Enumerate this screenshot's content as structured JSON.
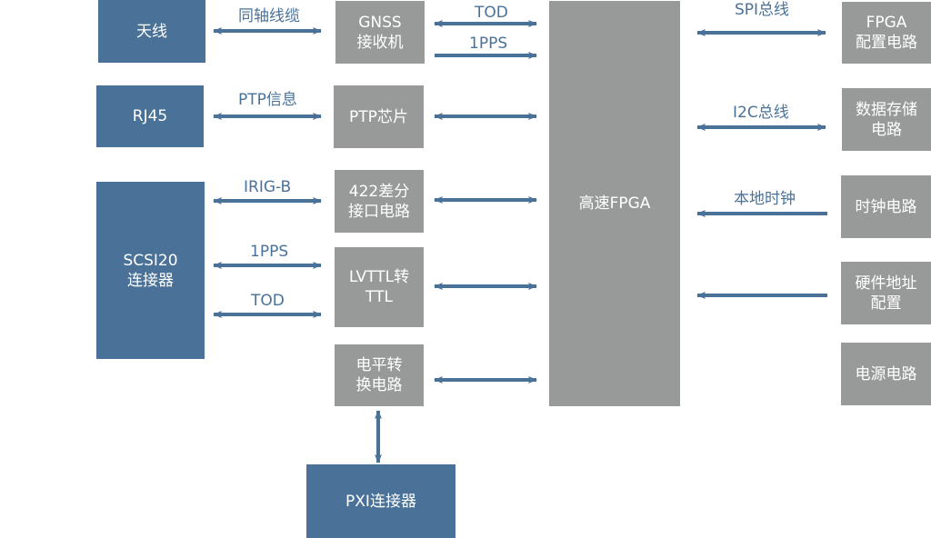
{
  "colors": {
    "external_block": "#4a7298",
    "internal_block": "#989a9a",
    "arrow": "#4a7298",
    "background": "#ffffff"
  },
  "blocks": {
    "antenna": [
      "天线"
    ],
    "rj45": [
      "RJ45"
    ],
    "scsi20": [
      "SCSI20",
      "连接器"
    ],
    "pxi": [
      "PXI连接器"
    ],
    "gnss": [
      "GNSS",
      "接收机"
    ],
    "ptp_chip": [
      "PTP芯片"
    ],
    "rs422": [
      "422差分",
      "接口电路"
    ],
    "lvttl": [
      "LVTTL转",
      "TTL"
    ],
    "level_shift": [
      "电平转",
      "换电路"
    ],
    "fpga": [
      "高速FPGA"
    ],
    "fpga_config": [
      "FPGA",
      "配置电路"
    ],
    "data_storage": [
      "数据存储",
      "电路"
    ],
    "clock": [
      "时钟电路"
    ],
    "hw_address": [
      "硬件地址",
      "配置"
    ],
    "power": [
      "电源电路"
    ]
  },
  "labels": {
    "coax": "同轴线缆",
    "ptp_info": "PTP信息",
    "irig_b": "IRIG-B",
    "pps_left": "1PPS",
    "tod_left": "TOD",
    "tod_gnss": "TOD",
    "pps_gnss": "1PPS",
    "spi": "SPI总线",
    "i2c": "I2C总线",
    "local_clock": "本地时钟"
  },
  "connections": [
    {
      "from": "antenna",
      "to": "gnss",
      "label": "同轴线缆",
      "direction": "bidirectional"
    },
    {
      "from": "rj45",
      "to": "ptp_chip",
      "label": "PTP信息",
      "direction": "bidirectional"
    },
    {
      "from": "scsi20",
      "to": "rs422",
      "label": "IRIG-B",
      "direction": "bidirectional"
    },
    {
      "from": "scsi20",
      "to": "lvttl",
      "label": "1PPS",
      "direction": "bidirectional"
    },
    {
      "from": "scsi20",
      "to": "lvttl",
      "label": "TOD",
      "direction": "bidirectional"
    },
    {
      "from": "gnss",
      "to": "fpga",
      "label": "TOD",
      "direction": "bidirectional"
    },
    {
      "from": "gnss",
      "to": "fpga",
      "label": "1PPS",
      "direction": "forward"
    },
    {
      "from": "ptp_chip",
      "to": "fpga",
      "label": "",
      "direction": "bidirectional"
    },
    {
      "from": "rs422",
      "to": "fpga",
      "label": "",
      "direction": "bidirectional"
    },
    {
      "from": "lvttl",
      "to": "fpga",
      "label": "",
      "direction": "bidirectional"
    },
    {
      "from": "level_shift",
      "to": "fpga",
      "label": "",
      "direction": "bidirectional"
    },
    {
      "from": "level_shift",
      "to": "pxi",
      "label": "",
      "direction": "bidirectional"
    },
    {
      "from": "fpga",
      "to": "fpga_config",
      "label": "SPI总线",
      "direction": "bidirectional"
    },
    {
      "from": "fpga",
      "to": "data_storage",
      "label": "I2C总线",
      "direction": "bidirectional"
    },
    {
      "from": "clock",
      "to": "fpga",
      "label": "本地时钟",
      "direction": "forward"
    },
    {
      "from": "hw_address",
      "to": "fpga",
      "label": "",
      "direction": "forward"
    }
  ]
}
